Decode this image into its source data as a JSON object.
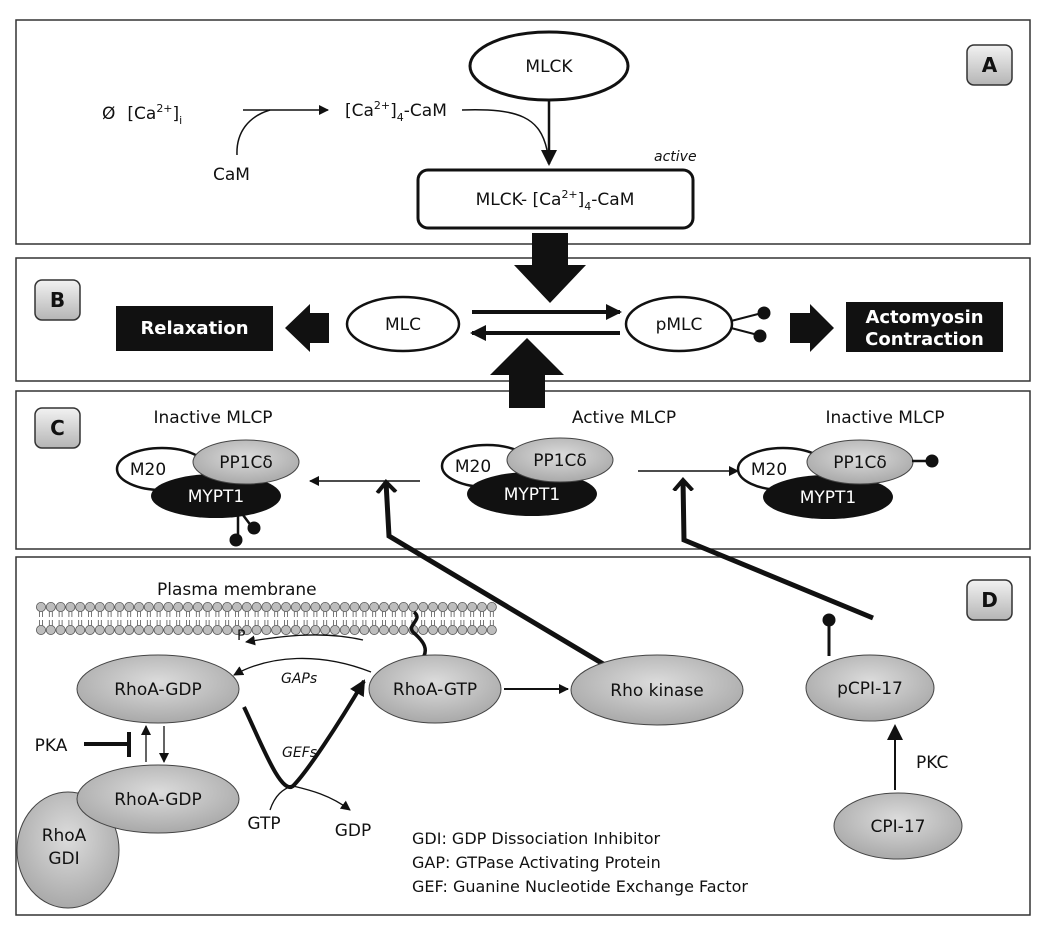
{
  "panels": {
    "a": {
      "label": "A"
    },
    "b": {
      "label": "B"
    },
    "c": {
      "label": "C"
    },
    "d": {
      "label": "D"
    }
  },
  "panel_a": {
    "ca_phi": "Ø",
    "ca_base": "[Ca",
    "ca_sup": "2+",
    "ca_close": "]",
    "ca_sub": "i",
    "cam": "CaM",
    "complex_base": "[Ca",
    "complex_sup": "2+",
    "complex_mid": "]",
    "complex_sub": "4",
    "complex_end": "-CaM",
    "mlck": "MLCK",
    "active": "active",
    "mlck_complex_pre": "MLCK- [Ca",
    "mlck_complex_sup": "2+",
    "mlck_complex_mid": "]",
    "mlck_complex_sub": "4",
    "mlck_complex_end": "-CaM"
  },
  "panel_b": {
    "relaxation": "Relaxation",
    "mlc": "MLC",
    "pmlc": "pMLC",
    "actomyosin_1": "Actomyosin",
    "actomyosin_2": "Contraction"
  },
  "panel_c": {
    "inactive_left": "Inactive MLCP",
    "active_center": "Active MLCP",
    "inactive_right": "Inactive MLCP",
    "m20": "M20",
    "pp1c": "PP1Cδ",
    "mypt1": "MYPT1"
  },
  "panel_d": {
    "plasma_membrane": "Plasma membrane",
    "p": "P",
    "rhoa_gdp": "RhoA-GDP",
    "rhoa_gdp_bound": "RhoA-GDP",
    "rhoa_gdi_1": "RhoA",
    "rhoa_gdi_2": "GDI",
    "pka": "PKA",
    "gaps": "GAPs",
    "gefs": "GEFs",
    "gtp": "GTP",
    "gdp": "GDP",
    "rhoa_gtp": "RhoA-GTP",
    "rho_kinase": "Rho kinase",
    "pcpi17": "pCPI-17",
    "pkc": "PKC",
    "cpi17": "CPI-17",
    "legend": [
      "GDI: GDP Dissociation Inhibitor",
      "GAP: GTPase Activating Protein",
      "GEF: Guanine Nucleotide Exchange Factor"
    ]
  }
}
